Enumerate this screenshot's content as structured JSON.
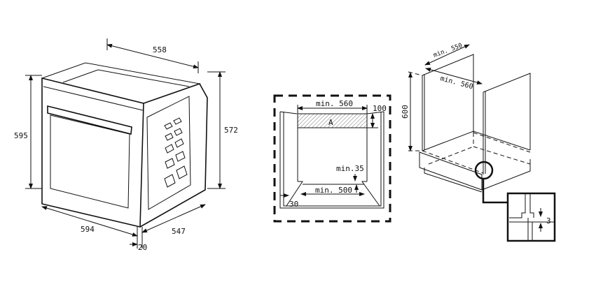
{
  "oven": {
    "top_depth": "558",
    "height": "595",
    "side_height": "572",
    "width": "594",
    "depth": "547",
    "door_thickness": "20"
  },
  "niche": {
    "width": "min. 560",
    "top_height": "100",
    "area_label": "A",
    "gap": "min.35",
    "bottom_width": "min. 500",
    "side_margin": "30"
  },
  "cabinet": {
    "depth": "min. 550",
    "width": "min. 560",
    "height": "600",
    "detail_gap": "3"
  }
}
